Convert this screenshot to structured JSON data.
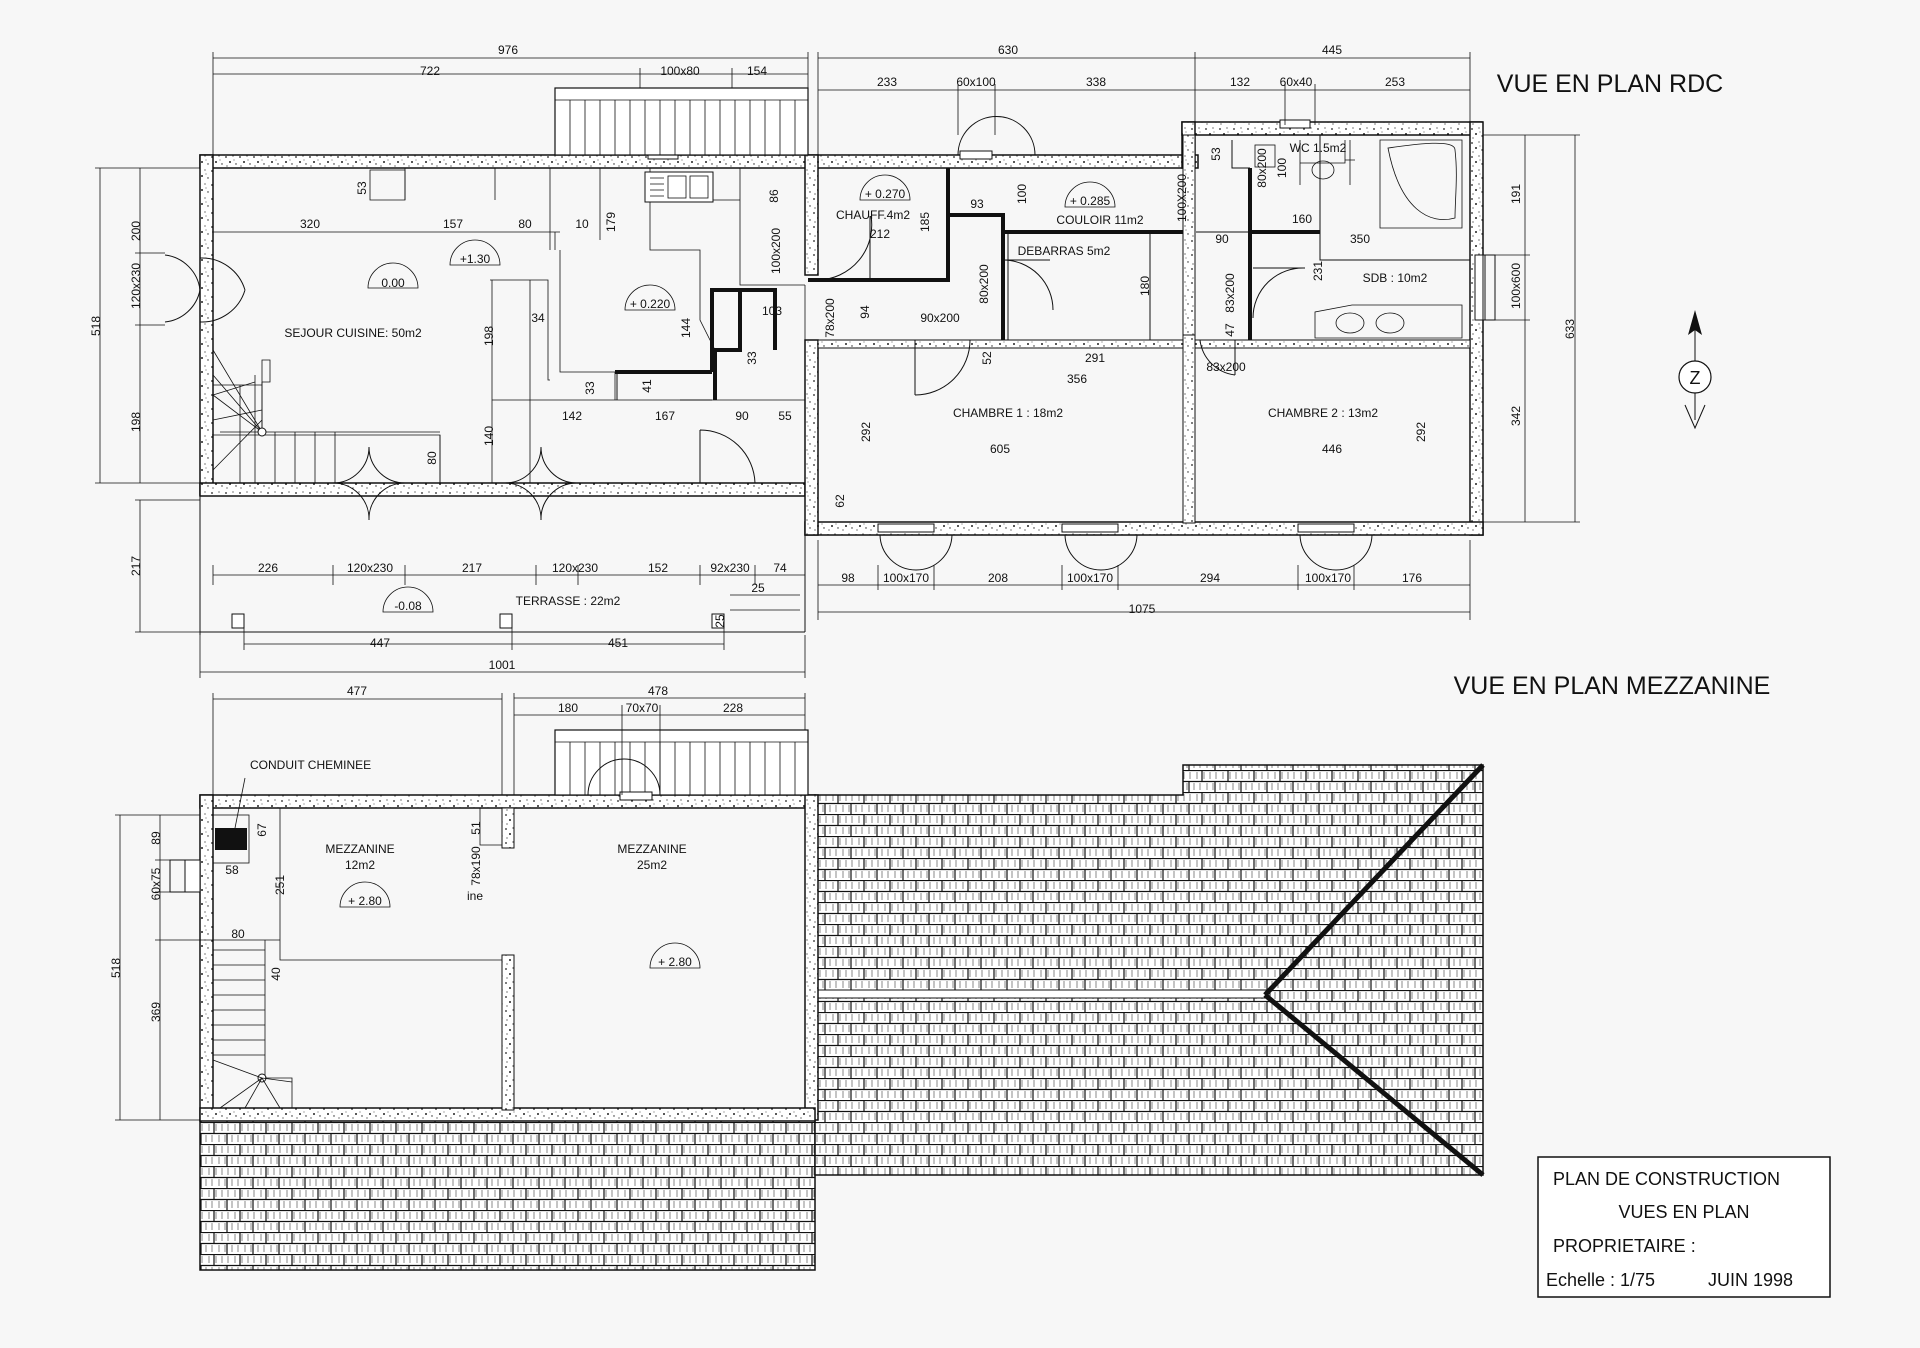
{
  "titles": {
    "rdc": "VUE EN PLAN RDC",
    "mezzanine": "VUE EN PLAN MEZZANINE"
  },
  "rooms_rdc": {
    "sejour": "SEJOUR CUISINE: 50m2",
    "chauff": "CHAUFF.4m2",
    "couloir": "COULOIR 11m2",
    "debarras": "DEBARRAS 5m2",
    "wc": "WC 1.5m2",
    "sdb": "SDB : 10m2",
    "chambre1": "CHAMBRE 1 : 18m2",
    "chambre2": "CHAMBRE 2 : 13m2",
    "terrasse": "TERRASSE : 22m2"
  },
  "rooms_mez": {
    "mez1_name": "MEZZANINE",
    "mez1_area": "12m2",
    "mez2_name": "MEZZANINE",
    "mez2_area": "25m2",
    "conduit": "CONDUIT CHEMINEE",
    "ine": "ine"
  },
  "levels": {
    "sejour": "0.00",
    "step": "+1.30",
    "kitchen": "+ 0.220",
    "chauff": "+ 0.270",
    "couloir": "+ 0.285",
    "terrasse": "-0.08",
    "mez1": "+ 2.80",
    "mez2": "+ 2.80"
  },
  "dims_top": {
    "d976": "976",
    "d722": "722",
    "d100x80": "100x80",
    "d154": "154",
    "d630": "630",
    "d233": "233",
    "d60x100": "60x100",
    "d338": "338",
    "d445": "445",
    "d132": "132",
    "d60x40": "60x40",
    "d253": "253"
  },
  "dims_rdc_inner": {
    "d53": "53",
    "d320": "320",
    "d157": "157",
    "d80": "80",
    "d10": "10",
    "d179": "179",
    "d86": "86",
    "d100x200a": "100x200",
    "d212": "212",
    "d185": "185",
    "d93": "93",
    "d100": "100",
    "d100X200b": "100X200",
    "d34": "34",
    "d198i": "198",
    "d144": "144",
    "d103": "103",
    "d78x200": "78x200",
    "d94": "94",
    "d90x200": "90x200",
    "d80x200": "80x200",
    "d180": "180",
    "d33a": "33",
    "d41": "41",
    "d33b": "33",
    "d142": "142",
    "d167": "167",
    "d90": "90",
    "d55": "55",
    "d52": "52",
    "d291": "291",
    "d356": "356",
    "d140": "140",
    "d80b": "80",
    "d292a": "292",
    "d605": "605",
    "d62": "62",
    "d446": "446",
    "d292b": "292",
    "d83x200a": "83x200",
    "d83x200b": "83x200",
    "d47": "47",
    "d231": "231",
    "d160": "160",
    "d350": "350",
    "d90b": "90",
    "d53b": "53",
    "d80x200c": "80x200",
    "d100b": "100"
  },
  "dims_rdc_outer": {
    "d518": "518",
    "d200": "200",
    "d120x230": "120x230",
    "d198": "198",
    "d191": "191",
    "d100x600": "100x600",
    "d342": "342",
    "d633": "633"
  },
  "dims_rdc_bottom": {
    "d217v": "217",
    "d226": "226",
    "d120x230a": "120x230",
    "d217": "217",
    "d120x230b": "120x230",
    "d152": "152",
    "d92x230": "92x230",
    "d74": "74",
    "d25a": "25",
    "d25b": "25",
    "d447": "447",
    "d451": "451",
    "d1001": "1001",
    "d98": "98",
    "d100x170a": "100x170",
    "d208": "208",
    "d100x170b": "100x170",
    "d294": "294",
    "d100x170c": "100x170",
    "d176": "176",
    "d1075": "1075"
  },
  "dims_mez": {
    "d477": "477",
    "d478": "478",
    "d180": "180",
    "d70x70": "70x70",
    "d228": "228",
    "d89": "89",
    "d67": "67",
    "d58": "58",
    "d60x75": "60x75",
    "d251": "251",
    "d51": "51",
    "d78x190": "78x190",
    "d80": "80",
    "d40": "40",
    "d518": "518",
    "d369": "369"
  },
  "north": "Z",
  "titleblock": {
    "line1": "PLAN DE CONSTRUCTION",
    "line2": "VUES EN PLAN",
    "line3": "PROPRIETAIRE :",
    "scale": "Echelle : 1/75",
    "date": "JUIN 1998"
  }
}
